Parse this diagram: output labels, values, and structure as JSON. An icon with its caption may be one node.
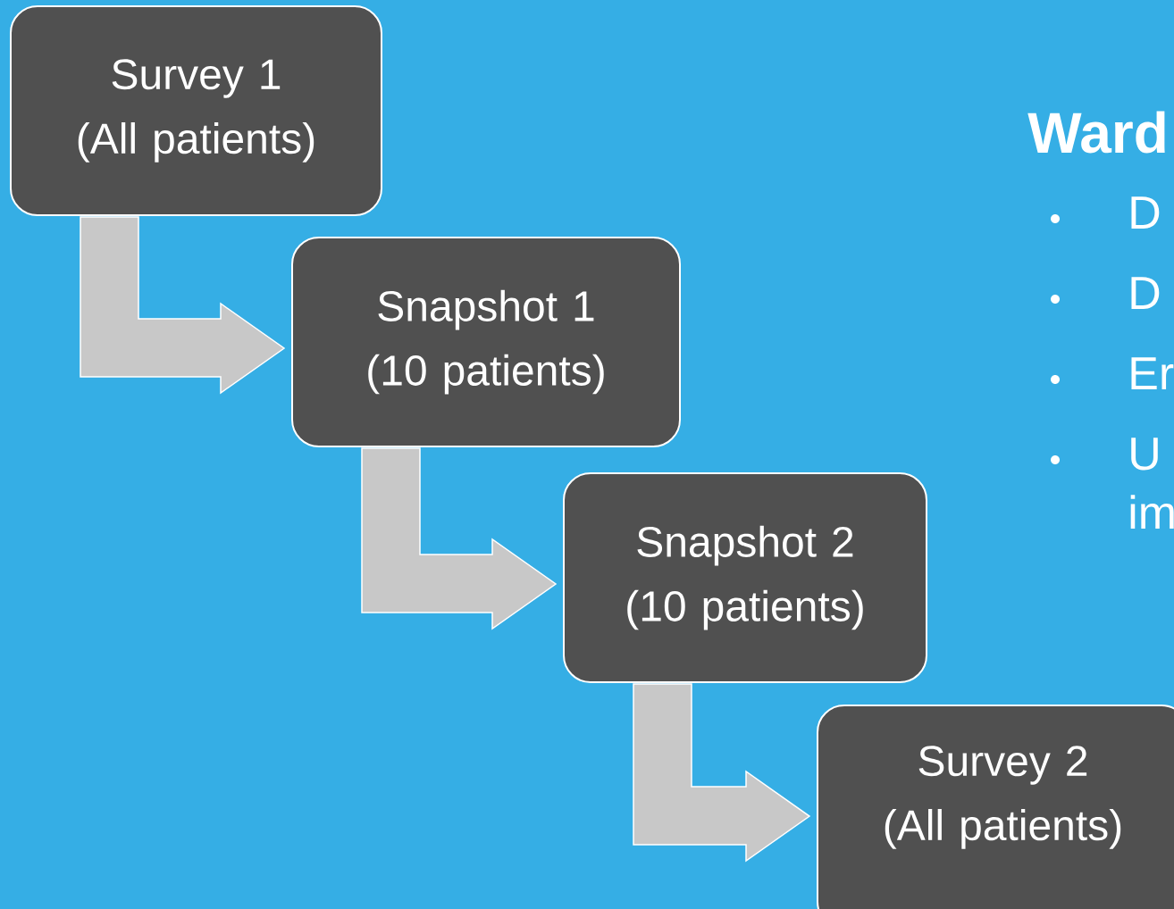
{
  "diagram": {
    "nodes": [
      {
        "text": [
          "Survey 1 (All patients)"
        ]
      },
      {
        "text": [
          "Snapshot 1 (10 patients)"
        ]
      },
      {
        "text": [
          "Snapshot 2 (10 patients)"
        ]
      },
      {
        "text": [
          "Survey 2 (All patients)"
        ]
      }
    ],
    "edges": [
      {
        "from": 0,
        "to": 1,
        "arrow": "to"
      },
      {
        "from": 1,
        "to": 2,
        "arrow": "to"
      },
      {
        "from": 2,
        "to": 3,
        "arrow": "to"
      }
    ],
    "labels": [
      "Ward",
      "D",
      "D",
      "Er",
      "U im"
    ]
  }
}
